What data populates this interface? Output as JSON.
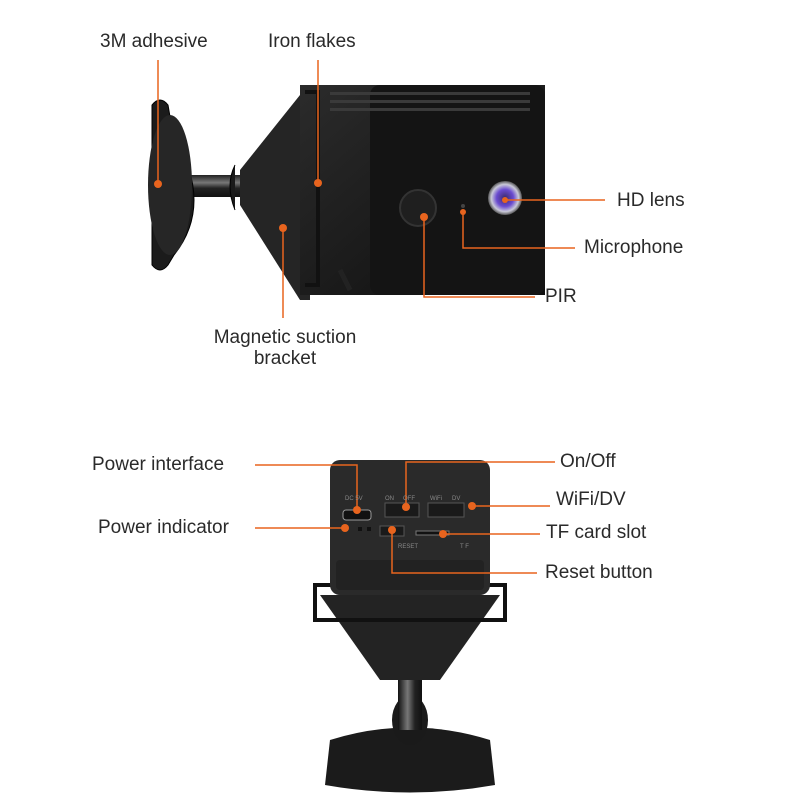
{
  "accent": "#e8641e",
  "top_view": {
    "labels": {
      "adhesive": "3M adhesive",
      "iron": "Iron flakes",
      "lens": "HD lens",
      "mic": "Microphone",
      "pir": "PIR",
      "bracket_line1": "Magnetic suction",
      "bracket_line2": "bracket"
    }
  },
  "back_view": {
    "labels": {
      "power_interface": "Power interface",
      "power_indicator": "Power indicator",
      "onoff": "On/Off",
      "wifidv": "WiFi/DV",
      "tf": "TF card slot",
      "reset": "Reset button"
    },
    "device_print": {
      "dc": "DC 5V",
      "on": "ON",
      "off": "OFF",
      "wifi": "WiFi",
      "dv": "DV",
      "reset": "RESET",
      "tf": "T F"
    }
  }
}
